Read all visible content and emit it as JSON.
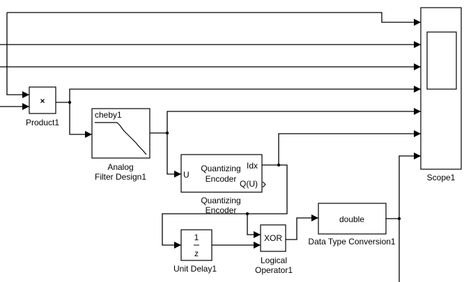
{
  "blocks": {
    "product": {
      "symbol": "×",
      "caption": "Product1"
    },
    "analog_filter": {
      "inner": "cheby1",
      "caption_line1": "Analog",
      "caption_line2": "Filter Design1"
    },
    "quantizing_encoder": {
      "inner_line1": "Quantizing",
      "inner_line2": "Encoder",
      "port_in": "U",
      "port_idx": "Idx",
      "port_qu": "Q(U)",
      "caption_line1": "Quantizing",
      "caption_line2": "Encoder"
    },
    "unit_delay": {
      "numerator": "1",
      "denominator": "z",
      "caption": "Unit Delay1"
    },
    "logical_operator": {
      "inner": "XOR",
      "caption_line1": "Logical",
      "caption_line2": "Operator1"
    },
    "data_type_conversion": {
      "inner": "double",
      "caption": "Data Type Conversion1"
    },
    "scope": {
      "caption": "Scope1"
    }
  }
}
